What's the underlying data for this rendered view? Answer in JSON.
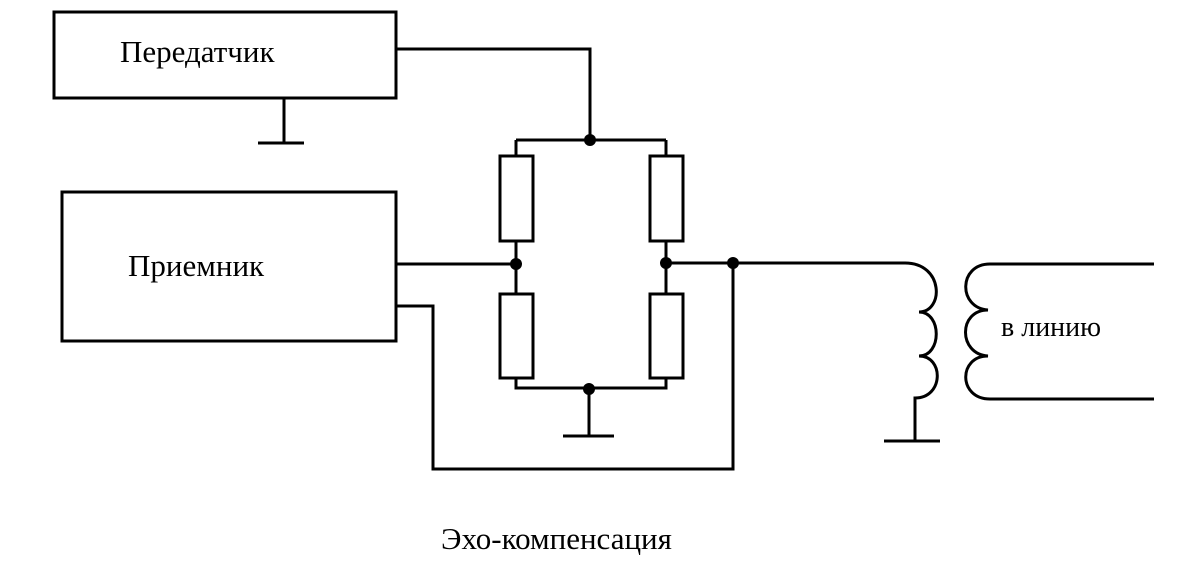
{
  "labels": {
    "transmitter": "Передатчик",
    "receiver": "Приемник",
    "line": "в линию",
    "caption": "Эхо-компенсация"
  },
  "colors": {
    "stroke": "#000000",
    "background": "#ffffff"
  }
}
